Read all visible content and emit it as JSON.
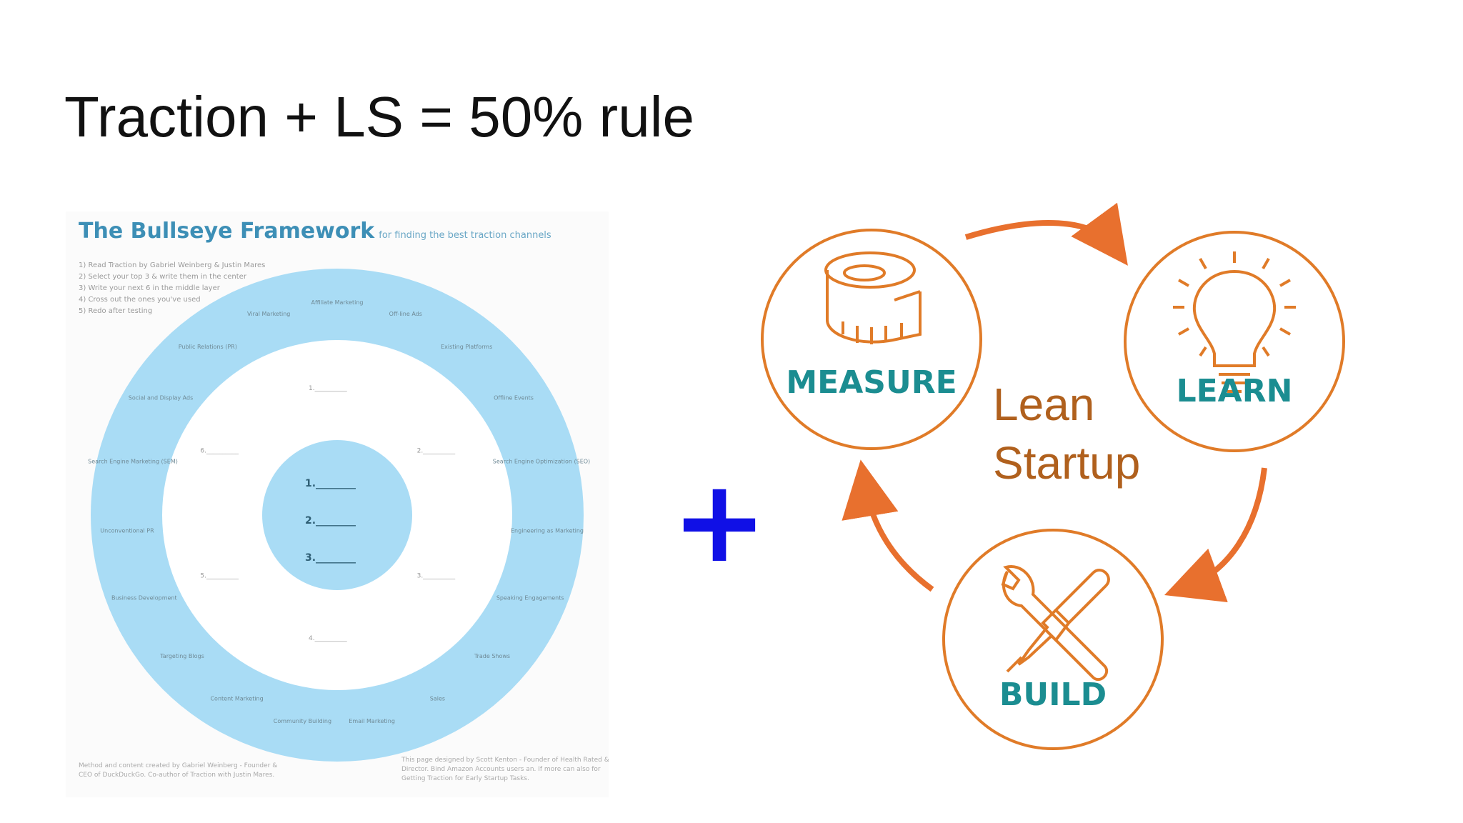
{
  "slide": {
    "title": "Traction + LS = 50% rule"
  },
  "bullseye": {
    "title": "The Bullseye Framework",
    "subtitle": "for finding the best traction channels",
    "steps": [
      "1) Read Traction by Gabriel Weinberg & Justin Mares",
      "2) Select your top 3 & write them in the center",
      "3) Write your next 6 in the middle layer",
      "4) Cross out the ones you've used",
      "5) Redo after testing"
    ],
    "outer_channels": [
      "Affiliate Marketing",
      "Off-line Ads",
      "Existing Platforms",
      "Offline Events",
      "Search Engine Optimization (SEO)",
      "Engineering as Marketing",
      "Speaking Engagements",
      "Trade Shows",
      "Sales",
      "Email Marketing",
      "Community Building",
      "Content Marketing",
      "Targeting Blogs",
      "Business Development",
      "Unconventional PR",
      "Search Engine Marketing (SEM)",
      "Social and Display Ads",
      "Public Relations (PR)",
      "Viral Marketing"
    ],
    "inner_numbers": [
      "1.",
      "2.",
      "3."
    ],
    "middle_numbers": [
      "1.",
      "2.",
      "3.",
      "4.",
      "5.",
      "6."
    ],
    "footer_left": "Method and content created by Gabriel Weinberg - Founder & CEO of DuckDuckGo. Co-author of Traction with Justin Mares.",
    "footer_right": "This page designed by Scott Kenton - Founder of Health Rated & Director. Bind Amazon Accounts users an. If more can also for Getting Traction for Early Startup Tasks.",
    "colors": {
      "ring": "#a9dcf5",
      "center": "#a9dcf5",
      "white": "#ffffff",
      "title": "#3d8fb6"
    }
  },
  "plus": {
    "symbol": "+",
    "color": "#1010e6"
  },
  "lean": {
    "label_line1": "Lean",
    "label_line2": "Startup",
    "nodes": {
      "measure": {
        "label": "MEASURE",
        "icon": "tape-measure-icon"
      },
      "learn": {
        "label": "LEARN",
        "icon": "lightbulb-icon"
      },
      "build": {
        "label": "BUILD",
        "icon": "wrench-screwdriver-icon"
      }
    },
    "colors": {
      "circle": "#e07b28",
      "arrow": "#e8702e",
      "label": "#1b8d91",
      "text": "#b0601d"
    }
  }
}
